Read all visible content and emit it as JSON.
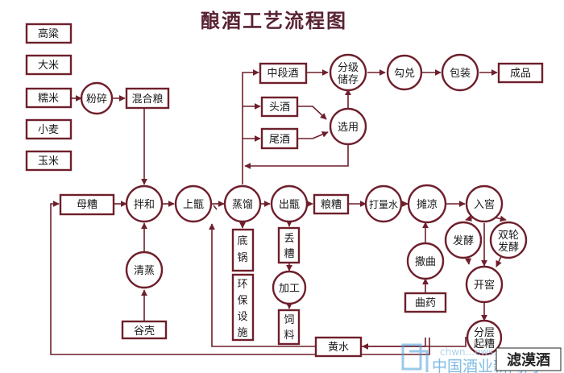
{
  "title": "酿酒工艺流程图",
  "colors": {
    "stroke": "#6e1f2c",
    "title": "#5a2333",
    "text": "#1a1a1a",
    "watermark": "#4a9fd8",
    "logo_bg": "#222222"
  },
  "nodes": {
    "gaoliang": "高粱",
    "dami": "大米",
    "nuomi": "糯米",
    "xiaomai": "小麦",
    "yumi": "玉米",
    "fensui": [
      "粉碎"
    ],
    "hunheliang": "混合粮",
    "zhongduanjiu": "中段酒",
    "toujiu": "头酒",
    "weijiu": "尾酒",
    "fenjichucun": [
      "分级",
      "储存"
    ],
    "xuanyong": [
      "选用"
    ],
    "goudui": [
      "勾兑"
    ],
    "baozhuang": [
      "包装"
    ],
    "chengpin": "成品",
    "muzao": "母糟",
    "banhe": [
      "拌和"
    ],
    "shangzeng": [
      "上甑"
    ],
    "zhengliu": [
      "蒸馏"
    ],
    "chuzeng": [
      "出甑"
    ],
    "liangzao": "粮糟",
    "daliangshui": [
      "打量水"
    ],
    "tanliang": [
      "摊凉"
    ],
    "rujiao": [
      "入窖"
    ],
    "qingzheng": [
      "清蒸"
    ],
    "guke": "谷壳",
    "diguo": [
      "底",
      "锅"
    ],
    "huanbaosheshi": [
      "环",
      "保",
      "设",
      "施"
    ],
    "diuzao": [
      "丢",
      "糟"
    ],
    "jiagong": [
      "加工"
    ],
    "siliao": [
      "饲",
      "料"
    ],
    "saqu": [
      "撒曲"
    ],
    "quyao": "曲药",
    "fajiao": [
      "发酵"
    ],
    "shuanglunfajiao": [
      "双轮",
      "发酵"
    ],
    "kaijiao": [
      "开窖"
    ],
    "fencengqizao": [
      "分层",
      "起糟"
    ],
    "huangshui": "黄水"
  },
  "watermark": {
    "text": "中国酒业新闻网",
    "url": "chwn...ews.com",
    "logo_text": "滤漠酒"
  }
}
